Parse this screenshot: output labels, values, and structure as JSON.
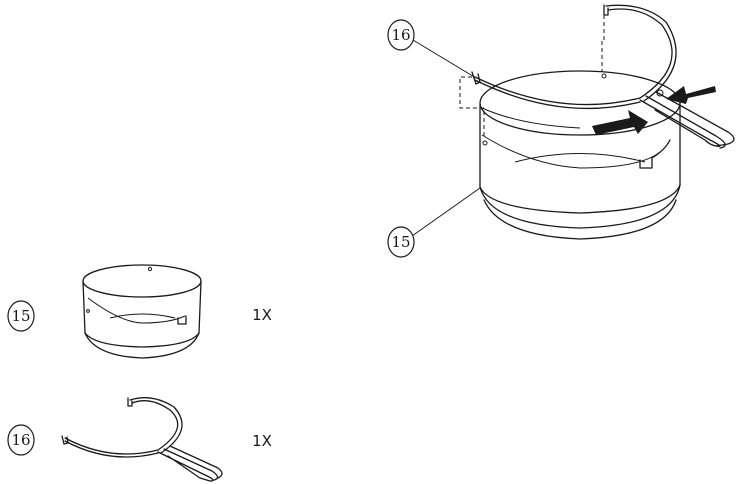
{
  "parts": [
    {
      "id": "15",
      "quantity": "1X"
    },
    {
      "id": "16",
      "quantity": "1X"
    }
  ],
  "assembly": {
    "callout_top": "16",
    "callout_bottom": "15"
  },
  "colors": {
    "line": "#1a1a1a",
    "background": "#ffffff"
  }
}
